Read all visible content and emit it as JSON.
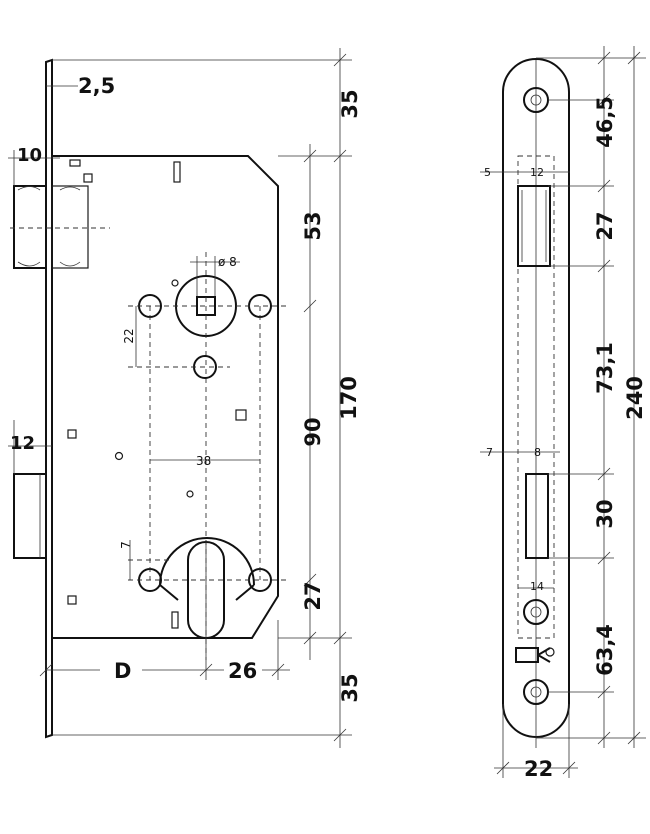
{
  "lock_body": {
    "dimensions": {
      "faceplate_thickness": "2,5",
      "latch_offset": "10",
      "bolt_offset": "12",
      "top_margin": "35",
      "upper_height": "53",
      "center_distance": "90",
      "total_height": "170",
      "lower_height": "27",
      "bottom_margin": "35",
      "backset": "D",
      "cylinder_offset": "26",
      "spindle_diameter": "ø 8",
      "hole_offset_upper": "22",
      "hole_spacing": "38",
      "hole_offset_lower": "7"
    }
  },
  "faceplate": {
    "dimensions": {
      "top_distance": "46,5",
      "latch_height": "27",
      "latch_inset": "5",
      "latch_width": "12",
      "center_distance": "73,1",
      "total_height": "240",
      "bolt_inset": "7",
      "bolt_width": "8",
      "bolt_height": "30",
      "lower_width": "14",
      "bottom_distance": "63,4",
      "plate_width": "22"
    }
  }
}
